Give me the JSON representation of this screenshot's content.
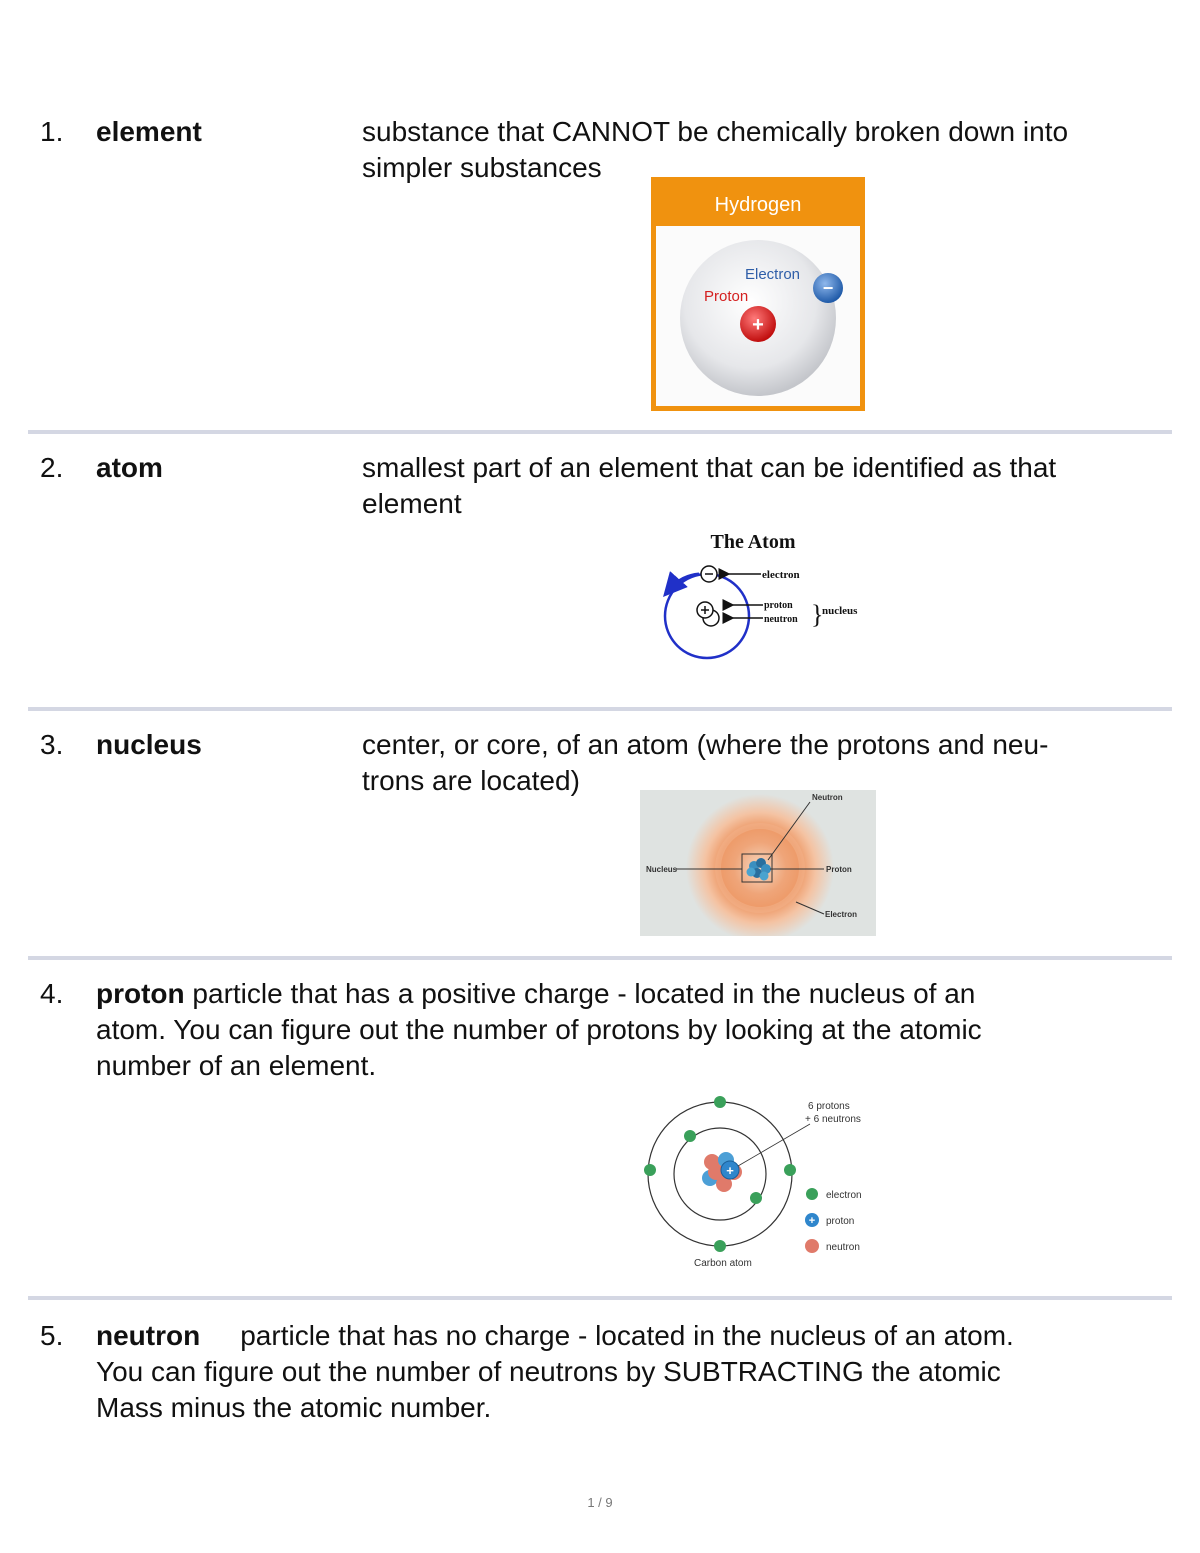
{
  "entries": [
    {
      "number": "1.",
      "term": "element",
      "definition_lines": [
        "substance that CANNOT be chemically broken down into",
        "simpler substances"
      ],
      "figure": {
        "title": "Hydrogen",
        "labels": {
          "electron": "Electron",
          "proton": "Proton"
        },
        "signs": {
          "proton": "+",
          "electron": "−"
        }
      }
    },
    {
      "number": "2.",
      "term": "atom",
      "definition_lines": [
        "smallest part of an element that can be identified as that",
        "element"
      ],
      "figure": {
        "title": "The Atom",
        "labels": {
          "electron": "electron",
          "proton": "proton",
          "neutron": "neutron",
          "nucleus": "nucleus"
        }
      }
    },
    {
      "number": "3.",
      "term": "nucleus",
      "definition_lines": [
        "center, or core, of an atom (where the protons and neu-",
        "trons are located)"
      ],
      "figure": {
        "labels": {
          "neutron": "Neutron",
          "nucleus": "Nucleus",
          "proton": "Proton",
          "electron": "Electron"
        }
      }
    },
    {
      "number": "4.",
      "term": "proton",
      "definition_lines": [
        "particle that has a positive charge - located in the nucleus of an",
        "atom. You can figure out the number of protons by looking at the atomic",
        "number of an element."
      ],
      "figure": {
        "callout": [
          "6 protons",
          "+ 6 neutrons"
        ],
        "caption": "Carbon atom",
        "legend": [
          "electron",
          "proton",
          "neutron"
        ]
      }
    },
    {
      "number": "5.",
      "term": "neutron",
      "definition_lines": [
        "particle that has no charge - located in the nucleus of an atom.",
        "You can figure out the number of neutrons by SUBTRACTING the atomic",
        "Mass minus the atomic number."
      ]
    }
  ],
  "colors": {
    "rule": "#d4d7e3",
    "hydrogen_header": "#f0920f",
    "electron_blue": "#2f6fc2",
    "proton_red": "#d42020",
    "orbit_blue": "#2030c8",
    "electron_green": "#3aa05a",
    "neutron_salmon": "#e07a6a"
  },
  "page_number": "1 / 9"
}
